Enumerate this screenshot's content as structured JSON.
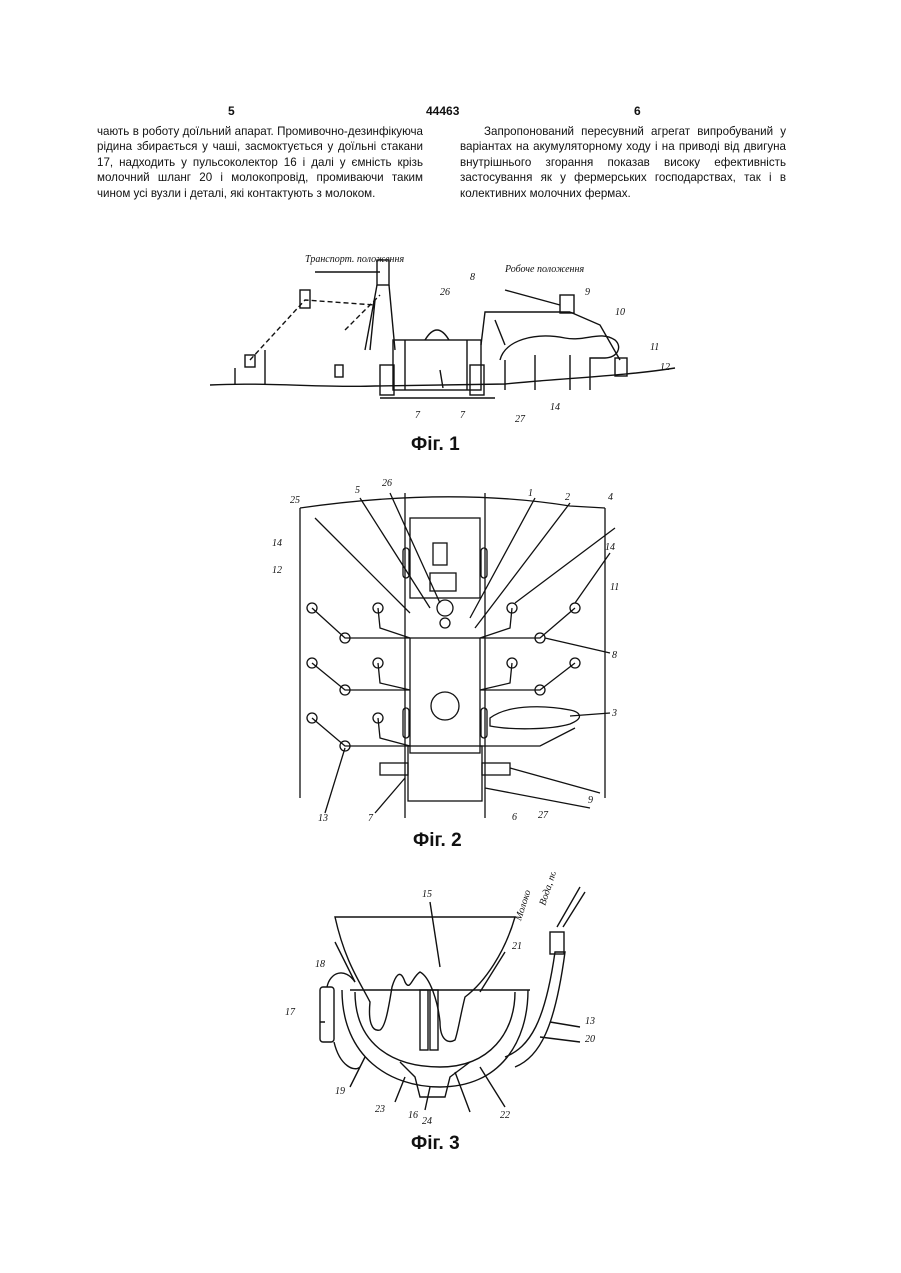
{
  "header": {
    "page_left": "5",
    "patent_number": "44463",
    "page_right": "6"
  },
  "body": {
    "left_column": "чають в роботу доїльний апарат. Промивочно-дезинфікуюча рідина збирається у чаші, засмоктується у доїльні стакани 17, надходить у пульсоколектор 16 і далі у ємність крізь молочний шланг 20 і молокопровід, промиваючи таким чином усі вузли і деталі, які контактують з молоком.",
    "right_column": "Запропонований пересувний агрегат випробуваний у варіантах на акумуляторному ходу і на приводі від двигуна внутрішнього згорання показав високу ефективність застосування як у фермерських господарствах, так і в колективних молочних фермах."
  },
  "figures": {
    "fig1": {
      "caption": "Фіг. 1",
      "labels": {
        "transport": "Транспорт. положення",
        "working": "Робоче положення",
        "n8": "8",
        "n9": "9",
        "n10": "10",
        "n11": "11",
        "n12": "12",
        "n26": "26",
        "n7a": "7",
        "n7b": "7",
        "n27": "27",
        "n14": "14"
      }
    },
    "fig2": {
      "caption": "Фіг. 2",
      "labels": {
        "n25": "25",
        "n5": "5",
        "n26": "26",
        "n1": "1",
        "n2": "2",
        "n4": "4",
        "n14a": "14",
        "n14b": "14",
        "n12": "12",
        "n11": "11",
        "n8": "8",
        "n3": "3",
        "n9": "9",
        "n27": "27",
        "n6": "6",
        "n13": "13",
        "n7": "7"
      }
    },
    "fig3": {
      "caption": "Фіг. 3",
      "labels": {
        "n15": "15",
        "water_air": "Вода, повітря",
        "milk": "Молоко",
        "n18": "18",
        "n21": "21",
        "n17": "17",
        "n13": "13",
        "n20": "20",
        "n19": "19",
        "n23": "23",
        "n16": "16",
        "n24": "24",
        "n22": "22"
      }
    }
  }
}
